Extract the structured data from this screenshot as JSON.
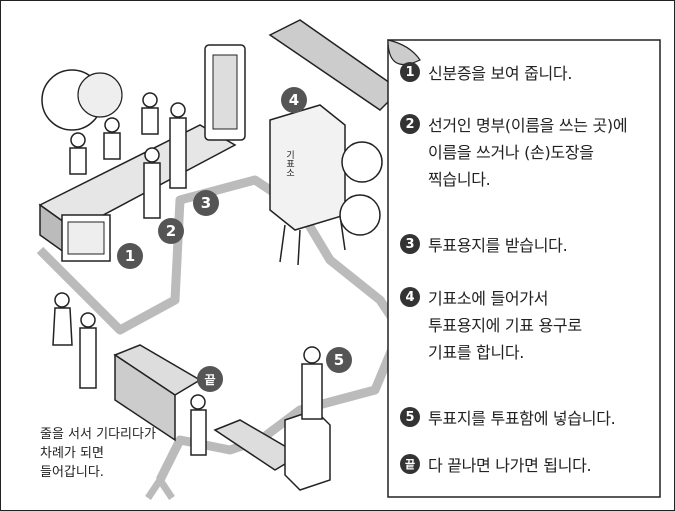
{
  "wait_text": [
    "줄을 서서 기다리다가",
    "차례가 되면",
    "들어갑니다."
  ],
  "steps": [
    {
      "marker": "1",
      "lines": [
        "신분증을 보여 줍니다."
      ]
    },
    {
      "marker": "2",
      "lines": [
        "선거인 명부(이름을 쓰는 곳)에",
        "이름을 쓰거나 (손)도장을",
        "찍습니다."
      ]
    },
    {
      "marker": "3",
      "lines": [
        "투표용지를 받습니다."
      ]
    },
    {
      "marker": "4",
      "lines": [
        "기표소에 들어가서",
        "투표용지에 기표 용구로",
        "기표를 합니다."
      ]
    },
    {
      "marker": "5",
      "lines": [
        "투표지를 투표함에 넣습니다."
      ]
    },
    {
      "marker": "끝",
      "lines": [
        "다 끝나면 나가면 됩니다."
      ]
    }
  ],
  "scene_markers": [
    "1",
    "2",
    "3",
    "4",
    "5",
    "끝"
  ],
  "booth_label": "기표소",
  "colors": {
    "ink": "#222222",
    "marker": "#555555",
    "panel_fill": "#dddddd"
  }
}
